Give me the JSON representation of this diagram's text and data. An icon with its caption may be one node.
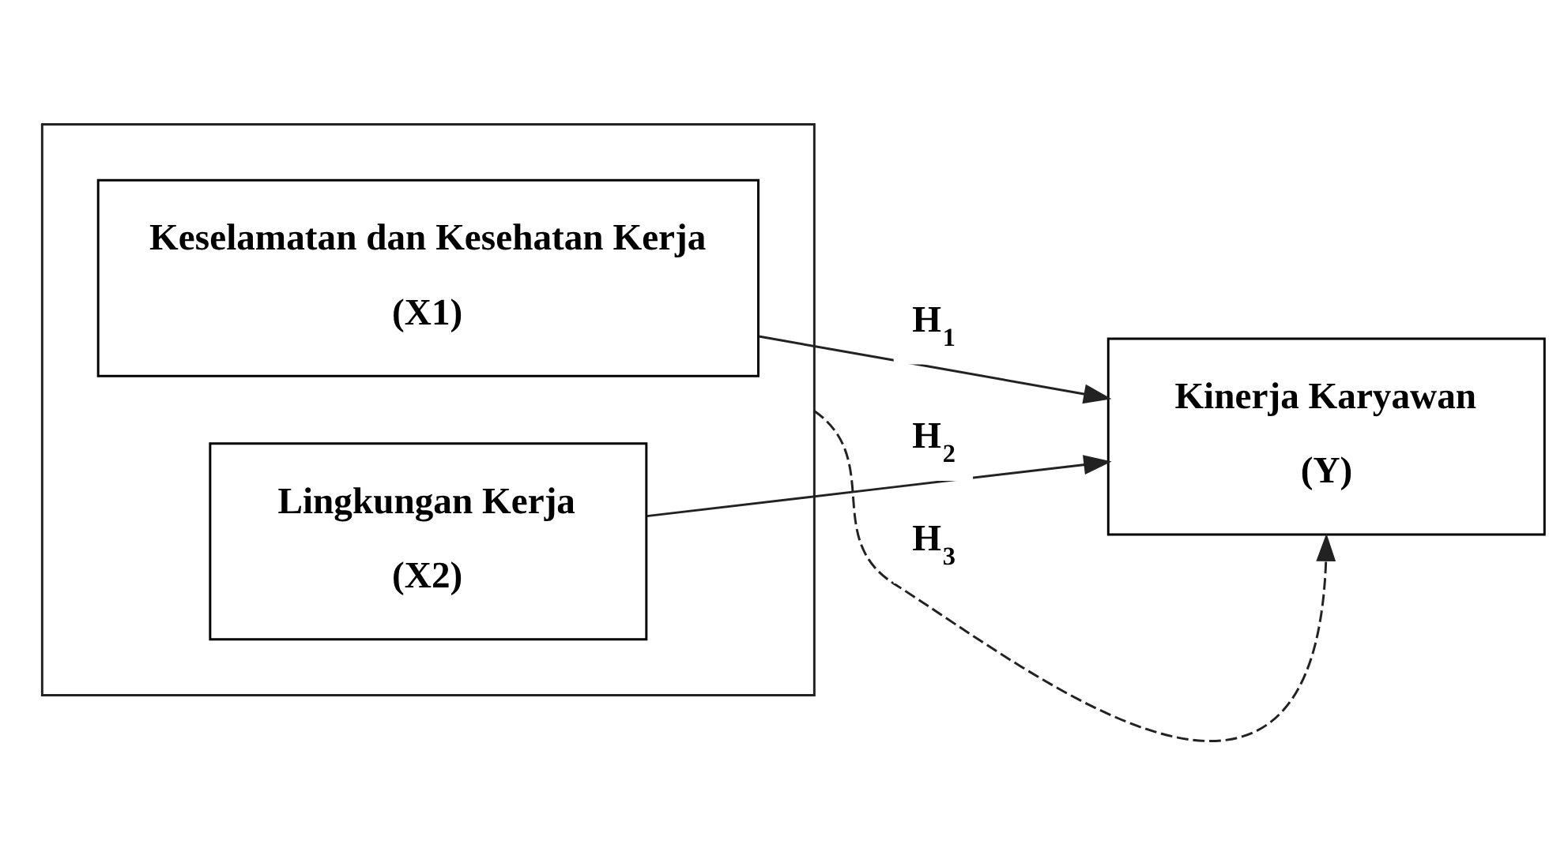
{
  "diagram": {
    "nodes": [
      {
        "text": [],
        "shape": "box"
      },
      {
        "text": [
          "Keselamatan dan Kesehatan Kerja",
          "(X1)"
        ],
        "in": 0
      },
      {
        "text": [
          "Lingkungan Kerja",
          "(X2)"
        ],
        "in": 0
      },
      {
        "text": [
          "Kinerja Karyawan",
          "(Y)"
        ]
      }
    ],
    "edges": [
      {
        "from": 1,
        "to": 3,
        "arrow": "to",
        "label": "H$_{1}$"
      },
      {
        "from": 2,
        "to": 3,
        "arrow": "to",
        "label": "H$_{2}$"
      },
      {
        "from": 0,
        "to": 3,
        "arrow": "to",
        "label": "H$_{3}$",
        "style": "dashed"
      }
    ]
  }
}
